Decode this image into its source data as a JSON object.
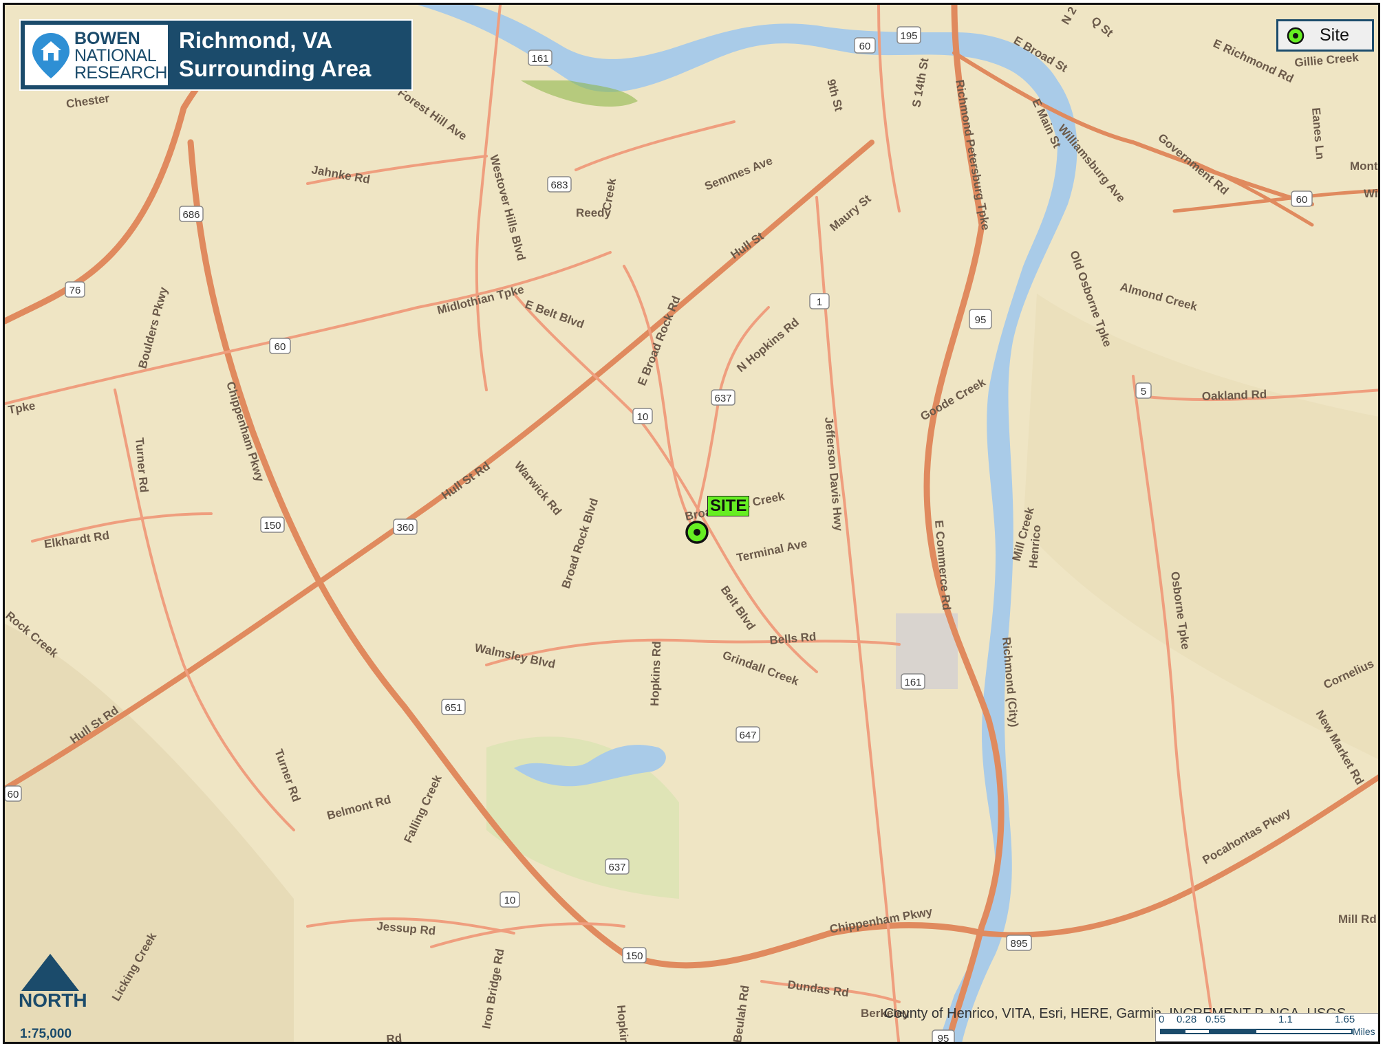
{
  "title": {
    "logo_line1": "BOWEN",
    "logo_line2": "NATIONAL",
    "logo_line3": "RESEARCH",
    "line1": "Richmond, VA",
    "line2": "Surrounding Area"
  },
  "legend": {
    "label": "Site"
  },
  "site_label": "SITE",
  "north_label": "NORTH",
  "scale_ratio": "1:75,000",
  "attribution": "County of Henrico, VITA, Esri, HERE, Garmin, INCREMENT P, NGA, USGS",
  "scalebar": {
    "ticks": [
      "0",
      "0.28",
      "0.55",
      "1.1",
      "1.65"
    ],
    "unit": "Miles"
  },
  "roads": {
    "hull_st": "Hull St",
    "hull_st_rd": "Hull St Rd",
    "hull_st_rd2": "Hull St Rd",
    "chippenham": "Chippenham Pkwy",
    "chippenham2": "Chippenham Pkwy",
    "midlothian": "Midlothian Tpke",
    "jahnke": "Jahnke Rd",
    "forest_hill": "Forest Hill Ave",
    "westover": "Westover Hills Blvd",
    "semmes": "Semmes Ave",
    "e_belt": "E Belt Blvd",
    "broad_rock_rd": "E Broad Rock Rd",
    "n_hopkins": "N Hopkins Rd",
    "warwick": "Warwick Rd",
    "broad_rock_blvd": "Broad Rock Blvd",
    "terminal": "Terminal Ave",
    "belt_blvd": "Belt Blvd",
    "bells": "Bells Rd",
    "walmsley": "Walmsley Blvd",
    "hopkins": "Hopkins Rd",
    "jefferson": "Jefferson Davis Hwy",
    "e_commerce": "E Commerce Rd",
    "richmond_pburg": "Richmond Petersburg Tpke",
    "maury": "Maury St",
    "ninth": "9th St",
    "fourteenth": "S 14th St",
    "e_broad": "E Broad St",
    "e_main": "E Main St",
    "williamsburg": "Williamsburg Ave",
    "government": "Government Rd",
    "e_richmond": "E Richmond Rd",
    "old_osborne": "Old Osborne Tpke",
    "osborne": "Osborne Tpke",
    "oakland": "Oakland Rd",
    "new_market": "New Market Rd",
    "pocahontas": "Pocahontas Pkwy",
    "mill_rd": "Mill Rd",
    "belmont": "Belmont Rd",
    "turner": "Turner Rd",
    "turner2": "Turner Rd",
    "elkhardt": "Elkhardt Rd",
    "boulders": "Boulders Pkwy",
    "jessup": "Jessup Rd",
    "iron_bridge": "Iron Bridge Rd",
    "dundas": "Dundas Rd",
    "beulah": "Beulah Rd",
    "tpke_left": "Tpke",
    "richmond_city": "Richmond (City)",
    "henrico": "Henrico",
    "berkeley": "Berkeley",
    "mont": "Mont",
    "wi": "Wi",
    "n2": "N 2",
    "qst": "Q St",
    "eanes": "Eanes Ln",
    "gillie": "Gillie Creek",
    "chester": "Chester",
    "rd_bottom": "Rd",
    "hopkin_bottom": "Hopkin",
    "richm": "Richm",
    "cornelius": "Cornelius"
  },
  "creeks": {
    "broad_rock_creek": "Broad Rock Creek",
    "grindall": "Grindall Creek",
    "goode": "Goode Creek",
    "almond": "Almond Creek",
    "mill_creek": "Mill Creek",
    "falling": "Falling Creek",
    "reedy": "Reedy",
    "creek_n": "Creek",
    "licking": "Licking Creek",
    "rock_creek": "Rock Creek"
  },
  "shields": [
    "161",
    "683",
    "686",
    "76",
    "60",
    "637",
    "10",
    "150",
    "360",
    "1",
    "95",
    "195",
    "60",
    "60",
    "5",
    "161",
    "651",
    "647",
    "637",
    "10",
    "150",
    "895",
    "95",
    "60"
  ]
}
